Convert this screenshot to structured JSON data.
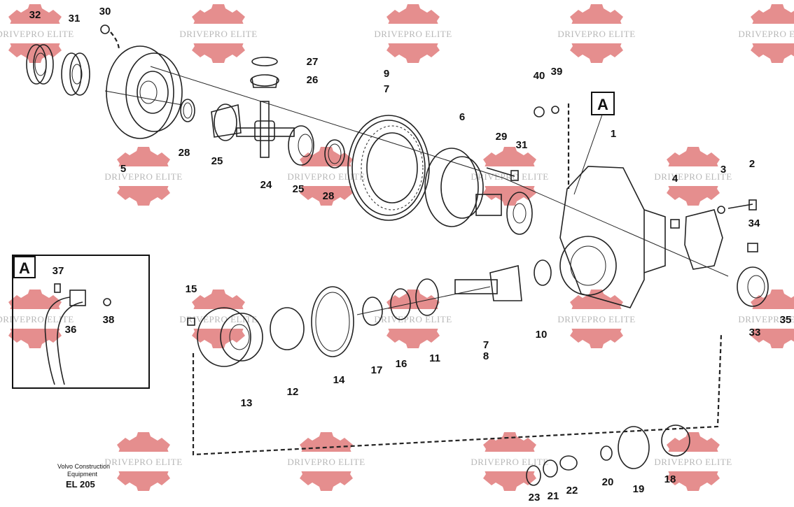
{
  "watermark": {
    "text": "DRIVEPRO ELITE",
    "color": "#e07a7a"
  },
  "footer": {
    "line1": "Volvo Construction",
    "line2": "Equipment",
    "code": "EL 205"
  },
  "detail_view": {
    "letter": "A"
  },
  "callout": {
    "letter": "A"
  },
  "labels": [
    "32",
    "31",
    "30",
    "27",
    "26",
    "9",
    "7",
    "6",
    "40",
    "39",
    "1",
    "2",
    "3",
    "4",
    "34",
    "28",
    "25",
    "24",
    "25",
    "28",
    "5",
    "29",
    "31",
    "15",
    "14",
    "13",
    "12",
    "17",
    "16",
    "11",
    "10",
    "7",
    "8",
    "33",
    "35",
    "37",
    "38",
    "36",
    "23",
    "21",
    "22",
    "20",
    "19",
    "18"
  ]
}
